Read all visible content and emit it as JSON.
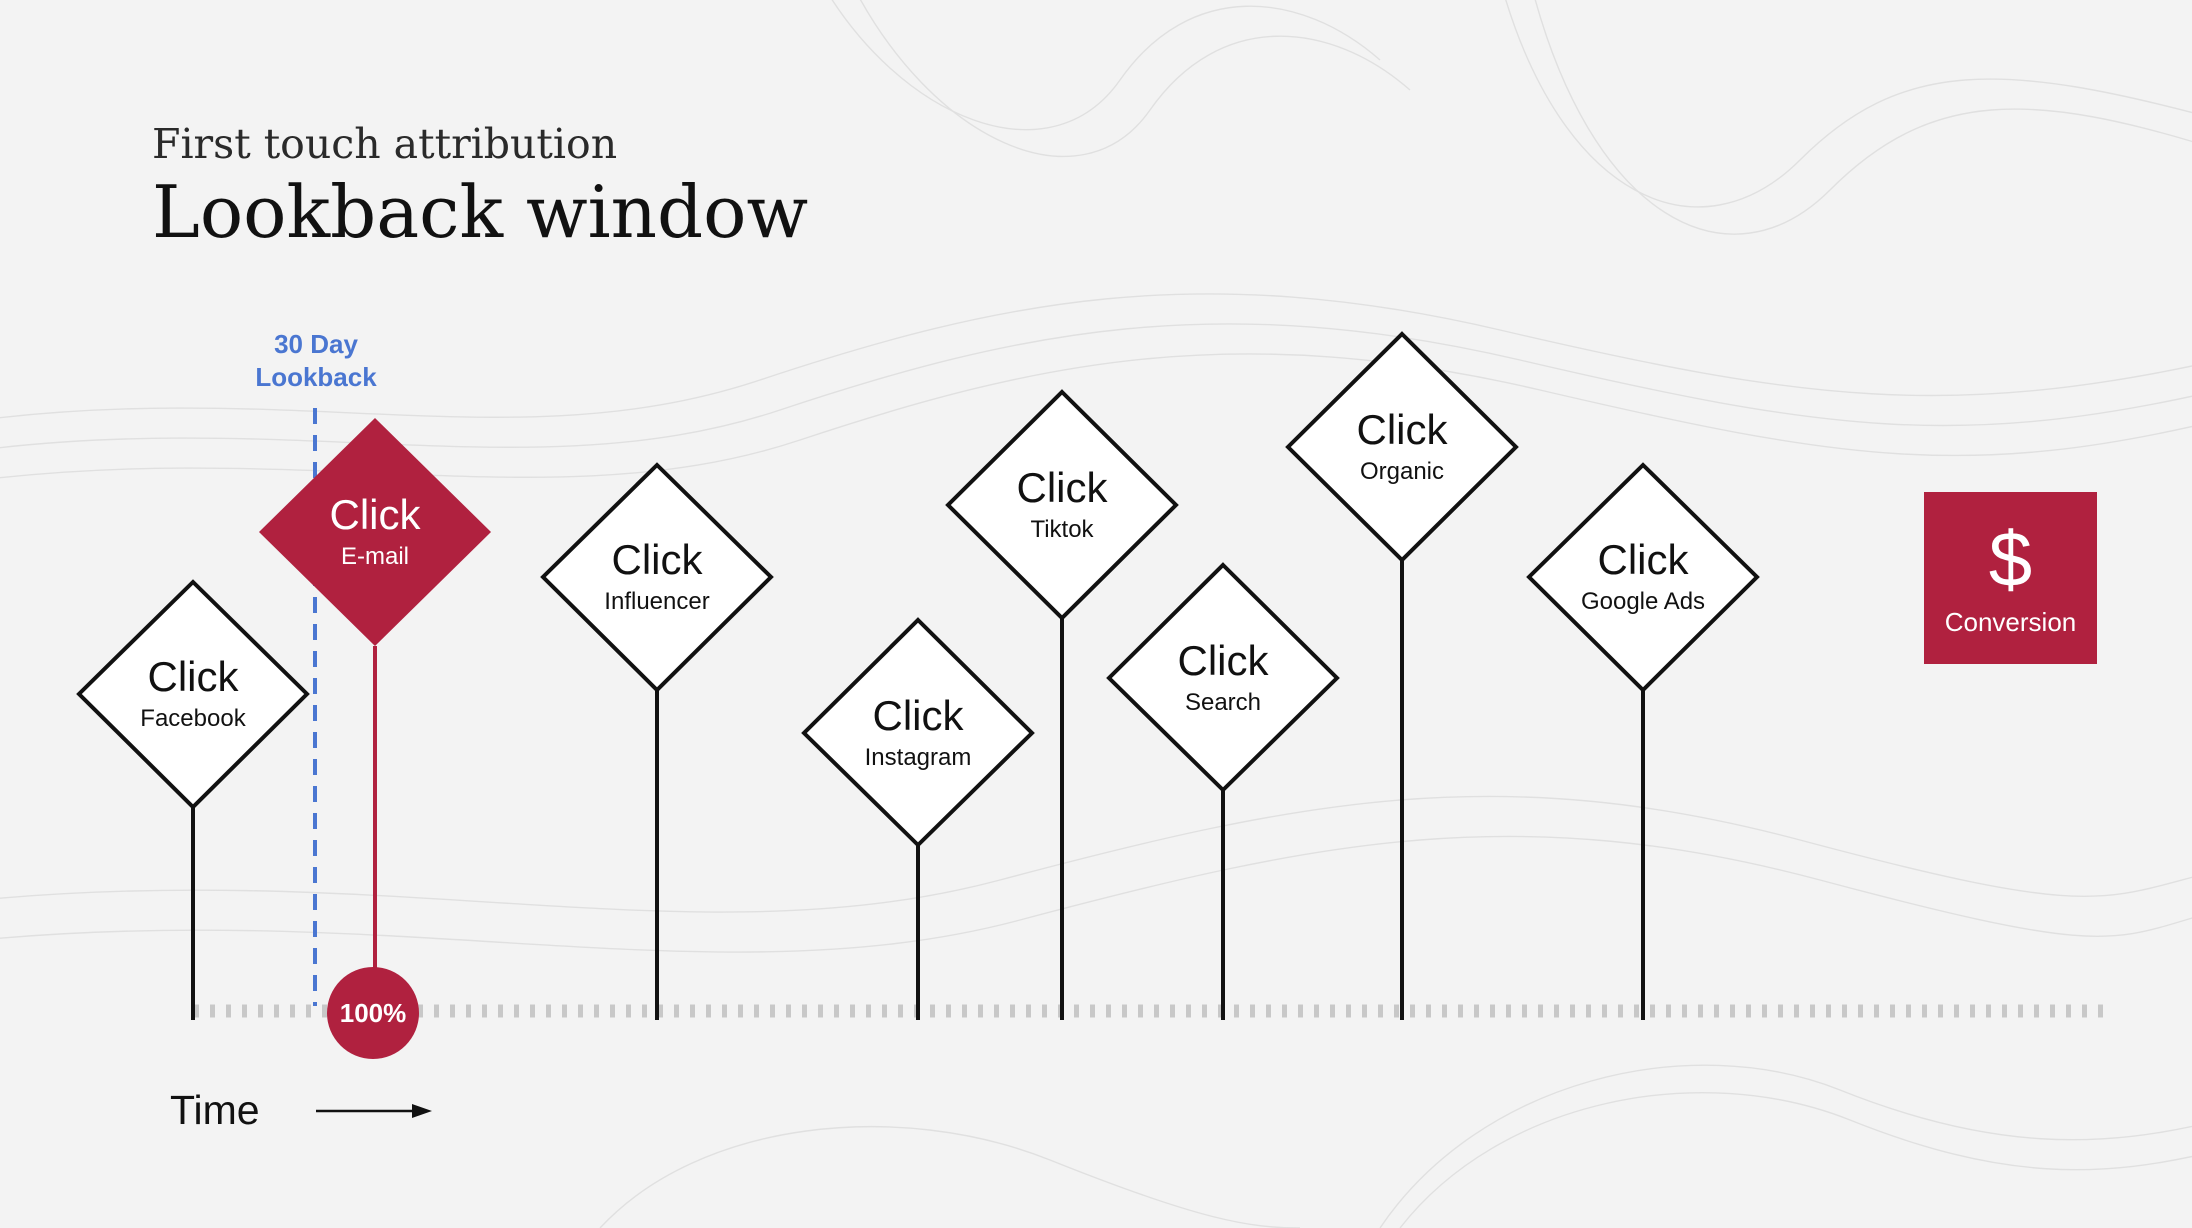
{
  "header": {
    "subtitle": "First touch attribution",
    "title": "Lookback window"
  },
  "lookback": {
    "line1": "30 Day",
    "line2": "Lookback"
  },
  "touchpoints": [
    {
      "click": "Click",
      "channel": "Facebook"
    },
    {
      "click": "Click",
      "channel": "E-mail",
      "credit": "100%"
    },
    {
      "click": "Click",
      "channel": "Influencer"
    },
    {
      "click": "Click",
      "channel": "Instagram"
    },
    {
      "click": "Click",
      "channel": "Tiktok"
    },
    {
      "click": "Click",
      "channel": "Search"
    },
    {
      "click": "Click",
      "channel": "Organic"
    },
    {
      "click": "Click",
      "channel": "Google Ads"
    }
  ],
  "conversion": {
    "symbol": "$",
    "label": "Conversion"
  },
  "axis": {
    "label": "Time"
  },
  "colors": {
    "accent": "#b0213f",
    "lookback": "#4a76d1",
    "timeline": "#c8c8c8",
    "ink": "#111111"
  }
}
